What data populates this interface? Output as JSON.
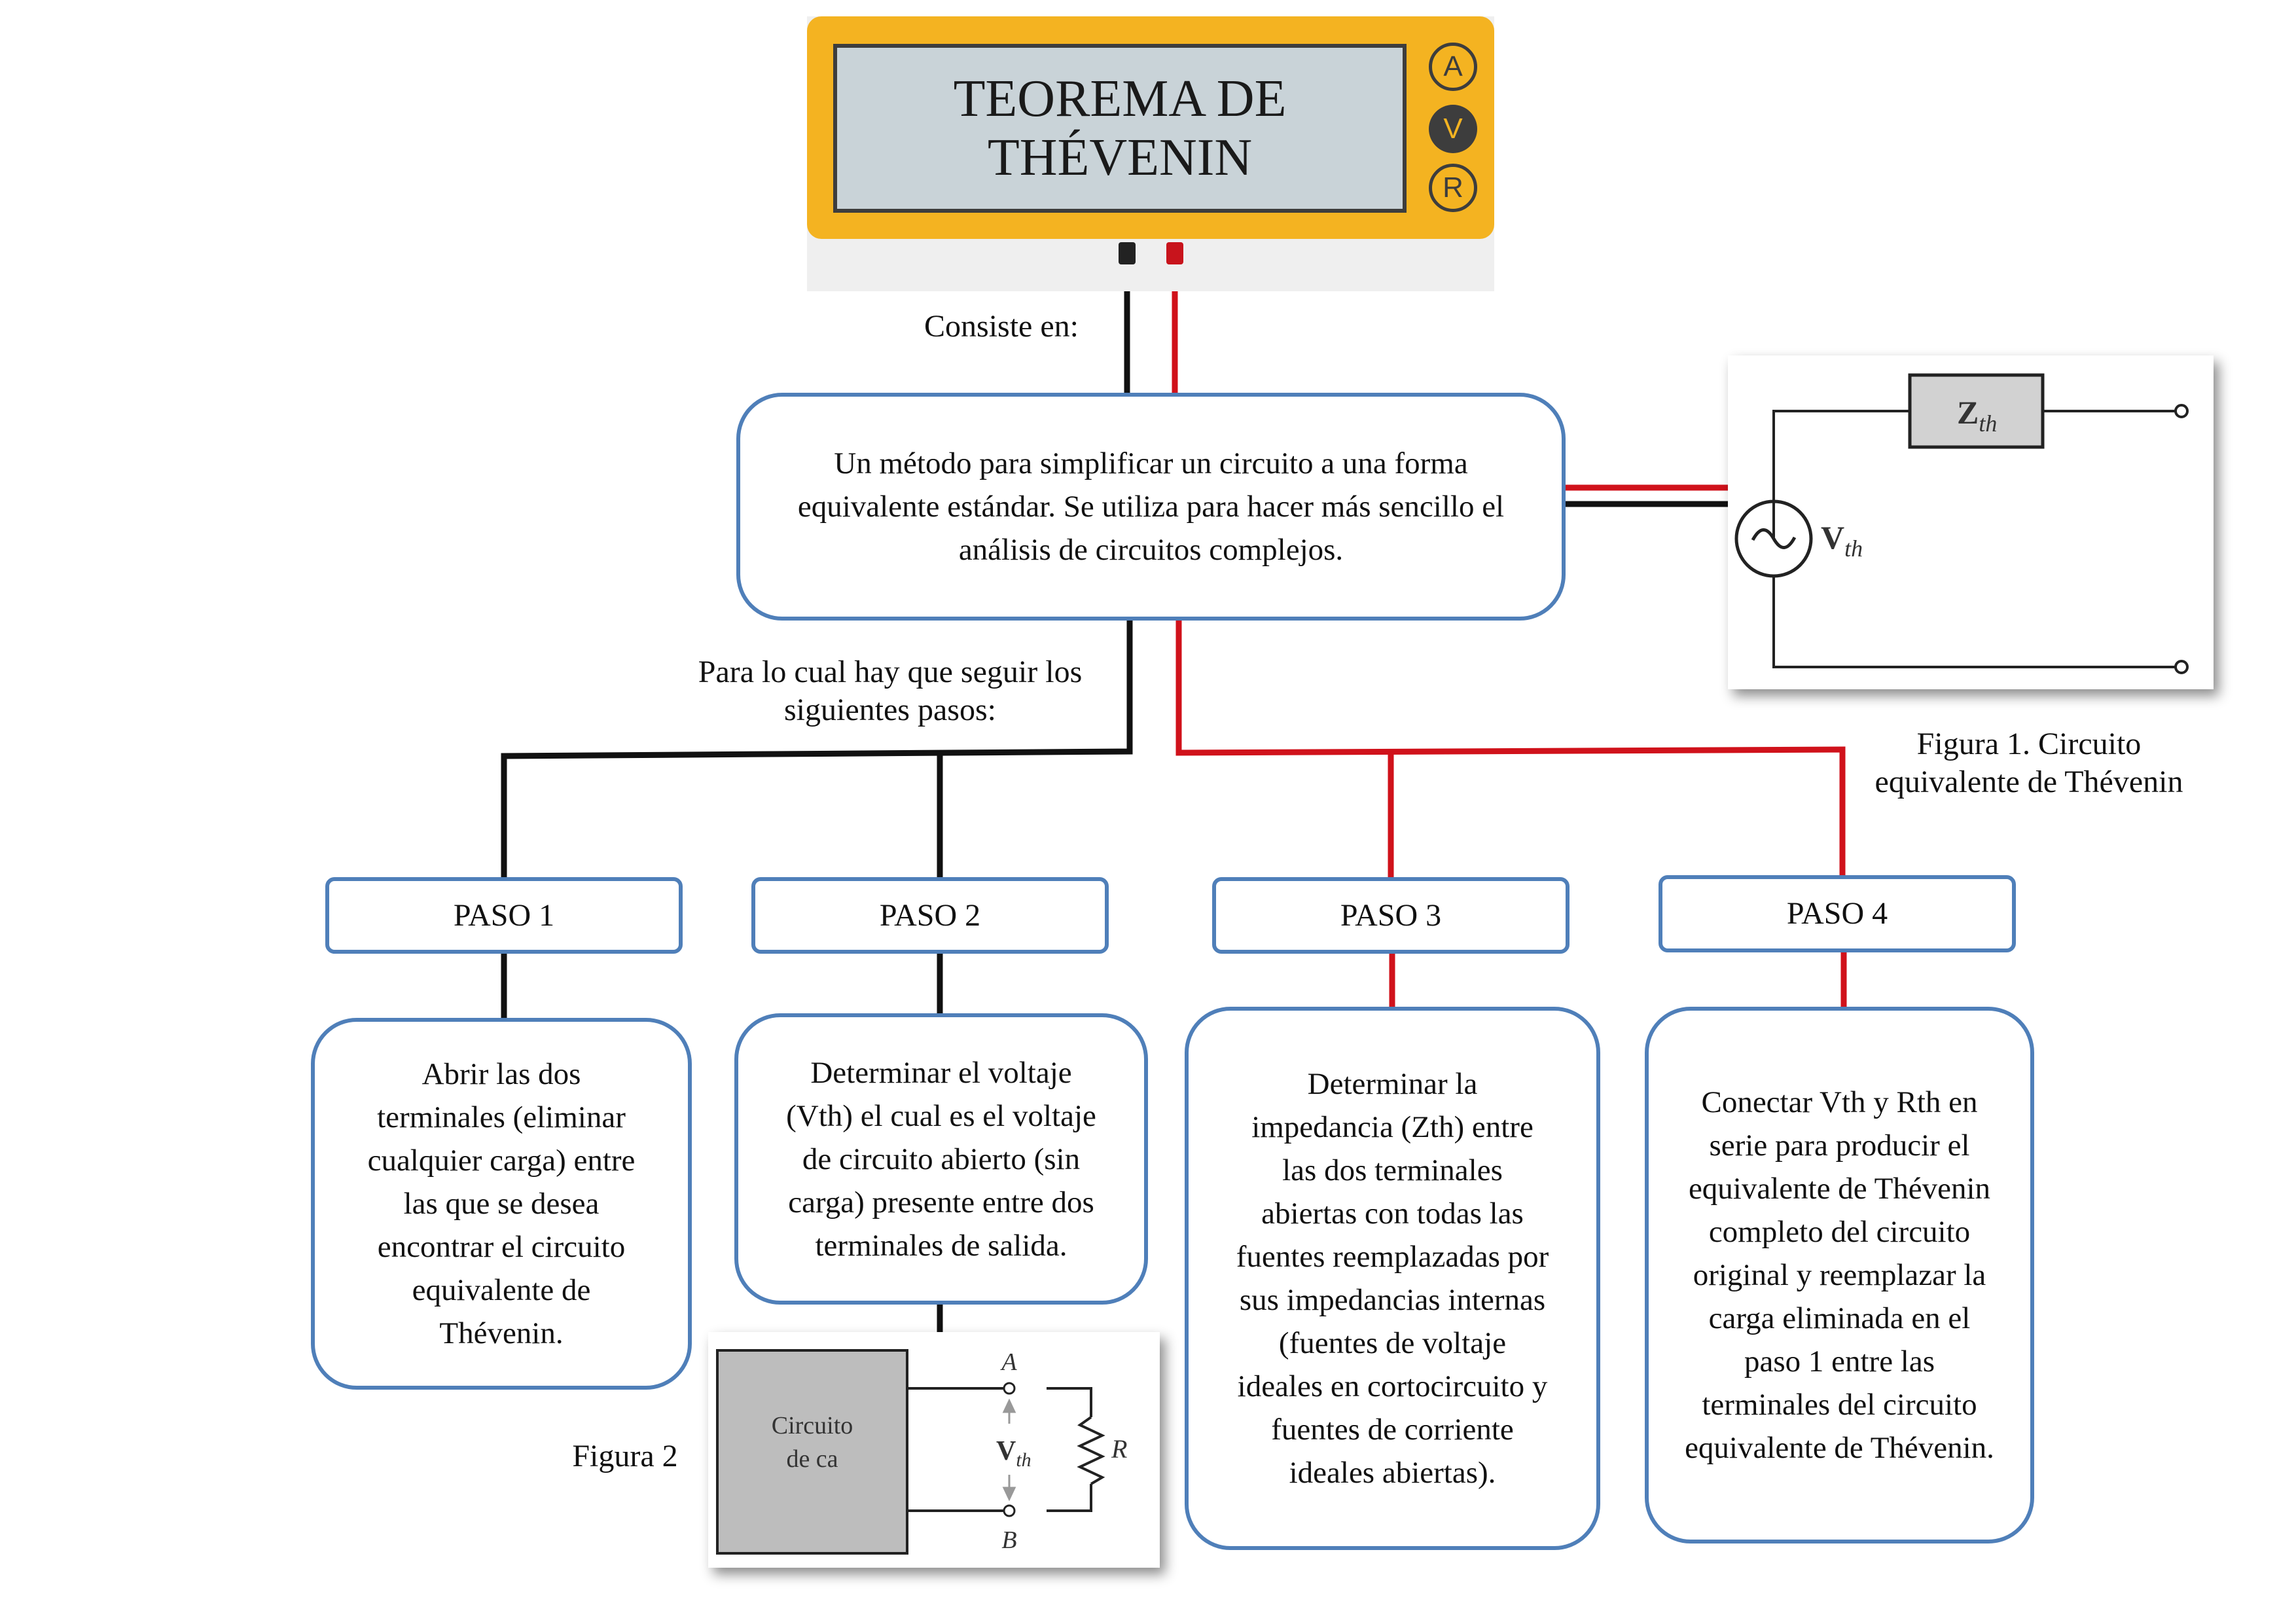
{
  "meter": {
    "title": "TEOREMA DE\nTHÉVENIN",
    "buttons": [
      {
        "letter": "A",
        "icon": "ammeter-icon"
      },
      {
        "letter": "V",
        "icon": "voltmeter-icon"
      },
      {
        "letter": "R",
        "icon": "ohmmeter-icon"
      }
    ]
  },
  "labels": {
    "consiste": "Consiste en:",
    "pasos_line1": "Para lo cual hay que seguir los",
    "pasos_line2": "siguientes pasos:",
    "figura1_line1": "Figura 1. Circuito",
    "figura1_line2": "equivalente de Thévenin",
    "figura2": "Figura 2"
  },
  "definition": "Un método para simplificar un circuito a una forma equivalente estándar. Se utiliza para hacer más sencillo el análisis de circuitos complejos.",
  "steps": [
    {
      "title": "PASO 1",
      "text": "Abrir las dos terminales (eliminar cualquier carga) entre las que se desea encontrar el circuito equivalente de Thévenin."
    },
    {
      "title": "PASO 2",
      "text": "Determinar el voltaje (Vth) el cual es el voltaje de circuito abierto (sin carga) presente entre dos terminales de salida."
    },
    {
      "title": "PASO 3",
      "text": "Determinar la impedancia (Zth) entre las dos terminales abiertas con todas las fuentes reemplazadas por sus impedancias internas (fuentes de voltaje ideales en cortocircuito y fuentes de corriente ideales abiertas)."
    },
    {
      "title": "PASO 4",
      "text": "Conectar Vth y Rth en serie para producir el equivalente de Thévenin completo del circuito original y reemplazar la carga eliminada en el paso 1 entre las terminales del circuito equivalente de Thévenin."
    }
  ],
  "figure1": {
    "z_main": "Z",
    "z_sub": "th",
    "v_main": "V",
    "v_sub": "th"
  },
  "figure2": {
    "block_line1": "Circuito",
    "block_line2": "de ca",
    "terminal_a": "A",
    "terminal_b": "B",
    "v_main": "V",
    "v_sub": "th",
    "load": "R"
  },
  "colors": {
    "accent_blue": "#4f7fb9",
    "wire_red": "#d0121b",
    "wire_black": "#111111",
    "meter_yellow": "#f4b321"
  }
}
